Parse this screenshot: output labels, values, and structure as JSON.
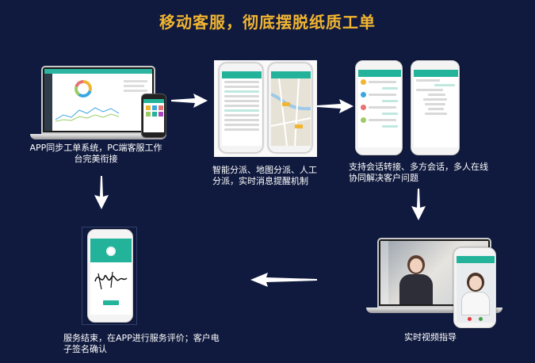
{
  "title": "移动客服，彻底摆脱纸质工单",
  "captions": {
    "step1": "APP同步工单系统，PC端客服工作台完美衔接",
    "step2": "智能分派、地图分派、人工分派，实时消息提醒机制",
    "step3": "支持会话转接、多方会话，多人在线协同解决客户问题",
    "step4": "实时视频指导",
    "step5": "服务结束，在APP进行服务评价；客户电子签名确认"
  },
  "colors": {
    "background": "#101a3e",
    "title": "#f2b531",
    "accent": "#23b39a"
  }
}
